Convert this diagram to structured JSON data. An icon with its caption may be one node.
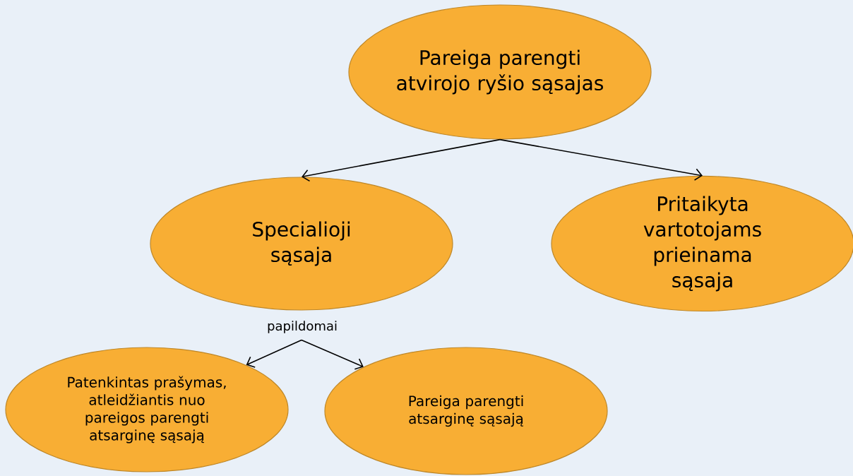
{
  "diagram": {
    "nodes": [
      {
        "text": [
          "Pareiga parengti atvirojo ryšio sąsajas"
        ]
      },
      {
        "text": [
          "Specialioji sąsaja"
        ]
      },
      {
        "text": [
          "Pritaikyta vartotojams prieinama sąsaja"
        ]
      },
      {
        "text": [
          "Patenkintas prašymas, atleidžiantis nuo pareigos parengti atsarginę sąsają"
        ]
      },
      {
        "text": [
          "Pareiga parengti atsarginę sąsają"
        ]
      }
    ],
    "edges": [
      {
        "from": 0,
        "to": 1,
        "arrow": "to"
      },
      {
        "from": 0,
        "to": 2,
        "arrow": "to"
      },
      {
        "from": 1,
        "to": 3,
        "arrow": "to"
      },
      {
        "from": 1,
        "to": 4,
        "arrow": "to"
      }
    ],
    "labels": [
      "papildomai"
    ]
  }
}
